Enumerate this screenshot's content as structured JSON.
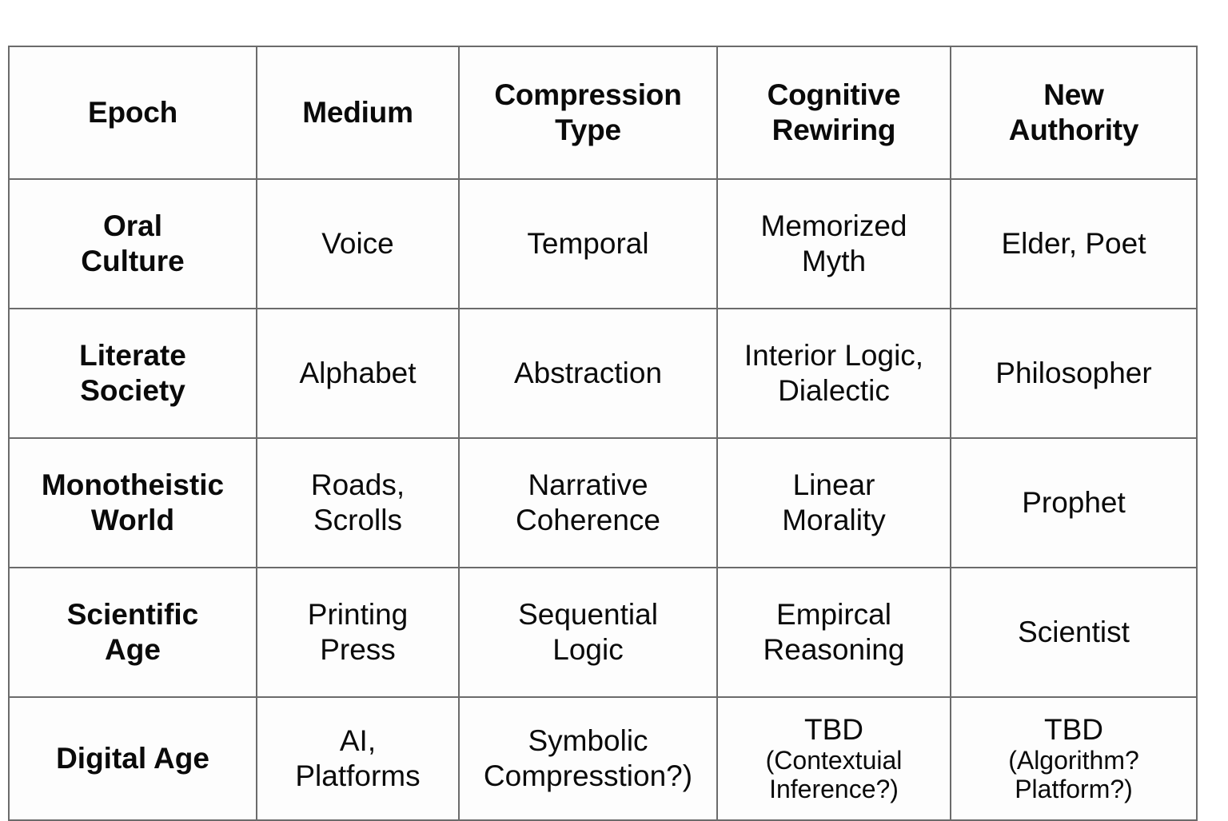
{
  "table": {
    "columns": [
      {
        "id": "epoch",
        "label": "Epoch",
        "lines": [
          "Epoch"
        ]
      },
      {
        "id": "medium",
        "label": "Medium",
        "lines": [
          "Medium"
        ]
      },
      {
        "id": "compression_type",
        "label": "Compression Type",
        "lines": [
          "Compression",
          "Type"
        ]
      },
      {
        "id": "cognitive_rewiring",
        "label": "Cognitive Rewiring",
        "lines": [
          "Cognitive",
          "Rewiring"
        ]
      },
      {
        "id": "new_authority",
        "label": "New Authority",
        "lines": [
          "New",
          "Authority"
        ]
      }
    ],
    "rows": [
      {
        "epoch": {
          "text": "Oral Culture",
          "lines": [
            "Oral",
            "Culture"
          ]
        },
        "medium": {
          "text": "Voice",
          "lines": [
            "Voice"
          ]
        },
        "compression_type": {
          "text": "Temporal",
          "lines": [
            "Temporal"
          ]
        },
        "cognitive_rewiring": {
          "text": "Memorized Myth",
          "lines": [
            "Memorized",
            "Myth"
          ]
        },
        "new_authority": {
          "text": "Elder, Poet",
          "lines": [
            "Elder, Poet"
          ]
        }
      },
      {
        "epoch": {
          "text": "Literate Society",
          "lines": [
            "Literate",
            "Society"
          ]
        },
        "medium": {
          "text": "Alphabet",
          "lines": [
            "Alphabet"
          ]
        },
        "compression_type": {
          "text": "Abstraction",
          "lines": [
            "Abstraction"
          ]
        },
        "cognitive_rewiring": {
          "text": "Interior Logic, Dialectic",
          "lines": [
            "Interior Logic,",
            "Dialectic"
          ]
        },
        "new_authority": {
          "text": "Philosopher",
          "lines": [
            "Philosopher"
          ]
        }
      },
      {
        "epoch": {
          "text": "Monotheistic World",
          "lines": [
            "Monotheistic",
            "World"
          ]
        },
        "medium": {
          "text": "Roads, Scrolls",
          "lines": [
            "Roads,",
            "Scrolls"
          ]
        },
        "compression_type": {
          "text": "Narrative Coherence",
          "lines": [
            "Narrative",
            "Coherence"
          ]
        },
        "cognitive_rewiring": {
          "text": "Linear Morality",
          "lines": [
            "Linear",
            "Morality"
          ]
        },
        "new_authority": {
          "text": "Prophet",
          "lines": [
            "Prophet"
          ]
        }
      },
      {
        "epoch": {
          "text": "Scientific Age",
          "lines": [
            "Scientific",
            "Age"
          ]
        },
        "medium": {
          "text": "Printing Press",
          "lines": [
            "Printing",
            "Press"
          ]
        },
        "compression_type": {
          "text": "Sequential Logic",
          "lines": [
            "Sequential",
            "Logic"
          ]
        },
        "cognitive_rewiring": {
          "text": "Empircal Reasoning",
          "lines": [
            "Empircal",
            "Reasoning"
          ]
        },
        "new_authority": {
          "text": "Scientist",
          "lines": [
            "Scientist"
          ]
        }
      },
      {
        "epoch": {
          "text": "Digital Age",
          "lines": [
            "Digital Age"
          ]
        },
        "medium": {
          "text": "AI, Platforms",
          "lines": [
            "AI,",
            "Platforms"
          ]
        },
        "compression_type": {
          "text": "Symbolic Compresstion?)",
          "lines": [
            "Symbolic",
            "Compresstion?)"
          ]
        },
        "cognitive_rewiring": {
          "text": "TBD (Contextuial Inference?)",
          "main": "TBD",
          "sub_lines": [
            "(Contextuial",
            "Inference?)"
          ]
        },
        "new_authority": {
          "text": "TBD (Algorithm? Platform?)",
          "main": "TBD",
          "sub_lines": [
            "(Algorithm?",
            "Platform?)"
          ]
        }
      }
    ]
  },
  "style": {
    "border_color": "#6b6b6b",
    "text_color": "#0a0a0a",
    "background": "#ffffff"
  }
}
